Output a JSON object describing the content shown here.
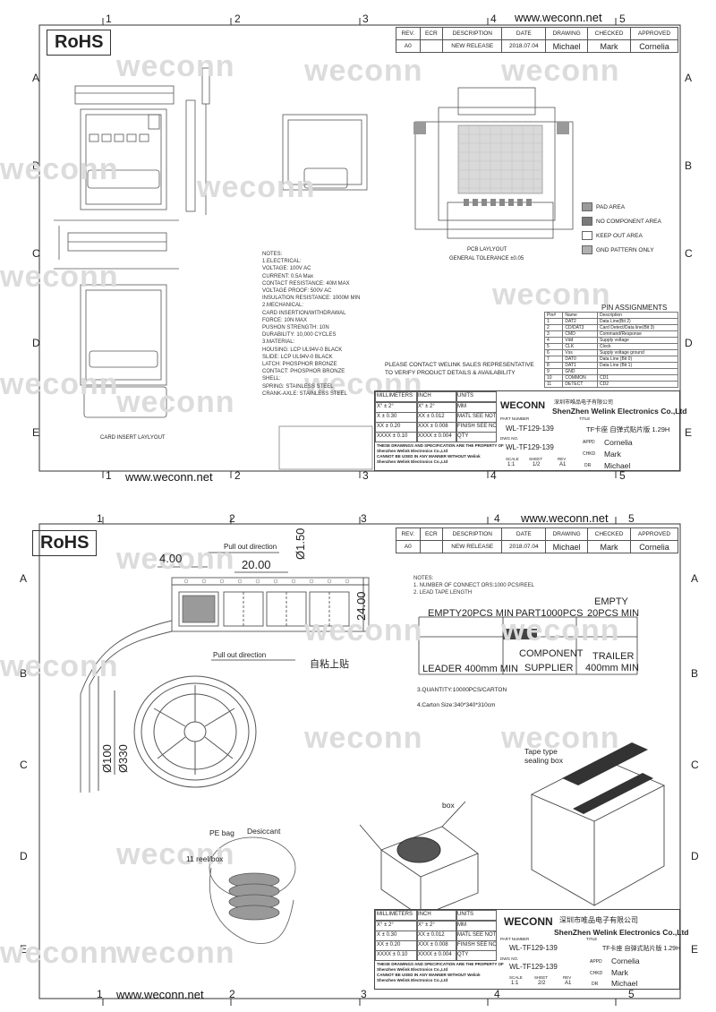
{
  "sheets": [
    {
      "url_top": "www.weconn.net",
      "url_bottom": "www.weconn.net",
      "rohs": "RoHS",
      "watermark": "weconn",
      "col_numbers": [
        "1",
        "2",
        "3",
        "4",
        "5"
      ],
      "row_letters": [
        "A",
        "B",
        "C",
        "D",
        "E"
      ],
      "revision": {
        "headers": [
          "REV.",
          "ECR",
          "DESCRIPTION",
          "DATE",
          "DRAWING",
          "CHECKED",
          "APPROVED"
        ],
        "row": [
          "A0",
          "",
          "NEW RELEASE",
          "2018.07.04",
          "Michael",
          "Mark",
          "Cornelia"
        ]
      },
      "notes": [
        "NOTES:",
        "1.ELECTRICAL:",
        "VOLTAGE: 100V AC",
        "CURRENT: 0.5A Max",
        "CONTACT RESISTANCE: 40M   MAX",
        "VOLTAGE PROOF: 500V AC",
        "INSULATION RESISTANCE: 1000M   MIN",
        "2.MECHANICAL:",
        "CARD INSERTION/WITHDRAWAL",
        "FORCE: 10N MAX",
        "PUSHON STRENGTH: 10N",
        "DURABILITY: 10,000 CYCLES",
        "3.MATERIAL:",
        "HOUSING: LCP UL94V-0 BLACK",
        "SLIDE: LCP UL94V-0 BLACK",
        "LATCH: PHOSPHOR BRONZE",
        "CONTACT: PHOSPHOR BRONZE",
        "SHELL:",
        "SPRING: STAINLESS STEEL",
        "CRANK-AXLE: STAINLESS STEEL"
      ],
      "legend": [
        {
          "label": "PAD AREA",
          "color": "#9a9a9a"
        },
        {
          "label": "NO COMPONENT AREA",
          "color": "#7a7a7a"
        },
        {
          "label": "KEEP OUT AREA",
          "color": "#ffffff"
        },
        {
          "label": "GND PATTERN ONLY",
          "color": "#b0b0b0"
        }
      ],
      "pcb_layout": "PCB LAYLYOUT",
      "tolerance": "GENERAL TOLERANCE ±0.05",
      "card_insert": "CARD INSERT LAYLYOUT",
      "pin_title": "PIN ASSIGNMENTS",
      "pins": [
        [
          "Pin#",
          "Name",
          "Description"
        ],
        [
          "1",
          "DAT2",
          "Data Line(Bit 2)"
        ],
        [
          "2",
          "CD/DAT3",
          "Card Detect/Data line(Bit 3)"
        ],
        [
          "3",
          "CMD",
          "Command/Response"
        ],
        [
          "4",
          "Vdd",
          "Supply voltage"
        ],
        [
          "5",
          "CLK",
          "Clock"
        ],
        [
          "6",
          "Vss",
          "Supply voltage ground"
        ],
        [
          "7",
          "DAT0",
          "Data Line (Bit 0)"
        ],
        [
          "8",
          "DAT1",
          "Data Line (Bit 1)"
        ],
        [
          "9",
          "GND",
          ""
        ],
        [
          "10",
          "COMMON",
          "CD1"
        ],
        [
          "11",
          "DETECT",
          "CD2"
        ]
      ],
      "contact_note": [
        "PLEASE CONTACT WELINK SALES REPRESENTATIVE",
        "TO VERIFY PRODUCT DETAILS & AVAILABILITY"
      ],
      "title_block": {
        "tol_headers": [
          "MILLIMETERS",
          "INCH",
          "UNITS"
        ],
        "tol_rows": [
          [
            "X° ± 2°",
            "X° ± 2°",
            "MM"
          ],
          [
            "X ± 0.30",
            "XX ± 0.012",
            "MATL SEE NOTES"
          ],
          [
            "XX ± 0.20",
            "XXX ± 0.008",
            "FINISH SEE NOTES"
          ],
          [
            "XXXX ± 0.10",
            "XXXX ± 0.004",
            "QTY"
          ]
        ],
        "disclaimer": [
          "THESE DRAWINGS AND SPECIFICATION ARE THE PROPERTY OF",
          "Shenzhen Welink Electronics Co.,Ltd",
          "CANNOT BE USED IN ANY MANNER WITHOUT Welink",
          "Shenzhen Welink Electronics Co.,Ltd"
        ],
        "brand": "WECONN",
        "brand_cn": "深圳市唯品电子有限公司",
        "company": "ShenZhen Welink Electronics Co.,Ltd",
        "part_label": "PART NUMBER",
        "part": "WL-TF129-139",
        "title_label": "TITLE",
        "title": "TF卡座 自弹式贴片版 1.29H",
        "dwg_label": "DWG NO.",
        "dwg": "WL-TF129-139",
        "appd_label": "APPD",
        "appd": "Cornelia",
        "chkd_label": "CHKD",
        "chkd": "Mark",
        "dr_label": "DR",
        "dr": "Michael",
        "scale_label": "SCALE",
        "scale": "1:1",
        "sheet_label": "SHEET",
        "sheet": "1/2",
        "rev_label": "REV",
        "rev": "A1"
      }
    },
    {
      "url_top": "www.weconn.net",
      "url_bottom": "www.weconn.net",
      "rohs": "RoHS",
      "pull_out_1": "Pull out direction",
      "pull_out_2": "Pull out direction",
      "dim_400": "4.00",
      "dim_2000": "20.00",
      "dim_150": "Ø1.50",
      "dim_2400": "24.00",
      "dim_100": "Ø100",
      "dim_330": "Ø330",
      "tape_label_cn": "自粘上贴",
      "notes": [
        "NOTES:",
        "1. NUMBER OF CONNECT ORS:1000 PCS/REEL",
        "2. LEAD TAPE LENGTH"
      ],
      "lead": {
        "empty_start": "EMPTY20PCS MIN",
        "part": "PART1000PCS",
        "empty_end_1": "EMPTY",
        "empty_end_2": "20PCS MIN",
        "leader": "LEADER 400mm MIN",
        "component_1": "COMPONENT",
        "component_2": "SUPPLIER",
        "trailer_1": "TRAILER",
        "trailer_2": "400mm MIN"
      },
      "quantity": "3.QUANTITY:10000PCS/CARTON",
      "carton": "4.Carton Size:340*340*310cm",
      "tape_box_1": "Tape type",
      "tape_box_2": "sealing box",
      "box": "box",
      "pe_bag": "PE bag",
      "desiccant": "Desiccant",
      "reel_box": "11 reel/box",
      "revision": {
        "headers": [
          "REV.",
          "ECR",
          "DESCRIPTION",
          "DATE",
          "DRAWING",
          "CHECKED",
          "APPROVED"
        ],
        "row": [
          "A0",
          "",
          "NEW RELEASE",
          "2018.07.04",
          "Michael",
          "Mark",
          "Cornelia"
        ]
      },
      "title_block": {
        "sheet": "2/2",
        "rev": "A1"
      }
    }
  ]
}
